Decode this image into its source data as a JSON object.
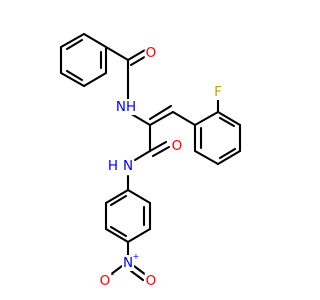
{
  "molecule": {
    "atoms": {
      "o_amide_top": "O",
      "nh_amide_top": "NH",
      "f_fluoro": "F",
      "o_amide_mid": "O",
      "nh_amide_mid": "N",
      "h_amide_mid": "H",
      "n_nitro": "N",
      "n_nitro_charge": "+",
      "o_nitro_left": "O",
      "o_nitro_left_charge": "-",
      "o_nitro_right": "O"
    },
    "colors": {
      "bond": "#000000",
      "oxygen": "#ff0000",
      "nitrogen": "#0000ff",
      "fluorine": "#c8a000",
      "carbon_text": "#000000"
    }
  }
}
